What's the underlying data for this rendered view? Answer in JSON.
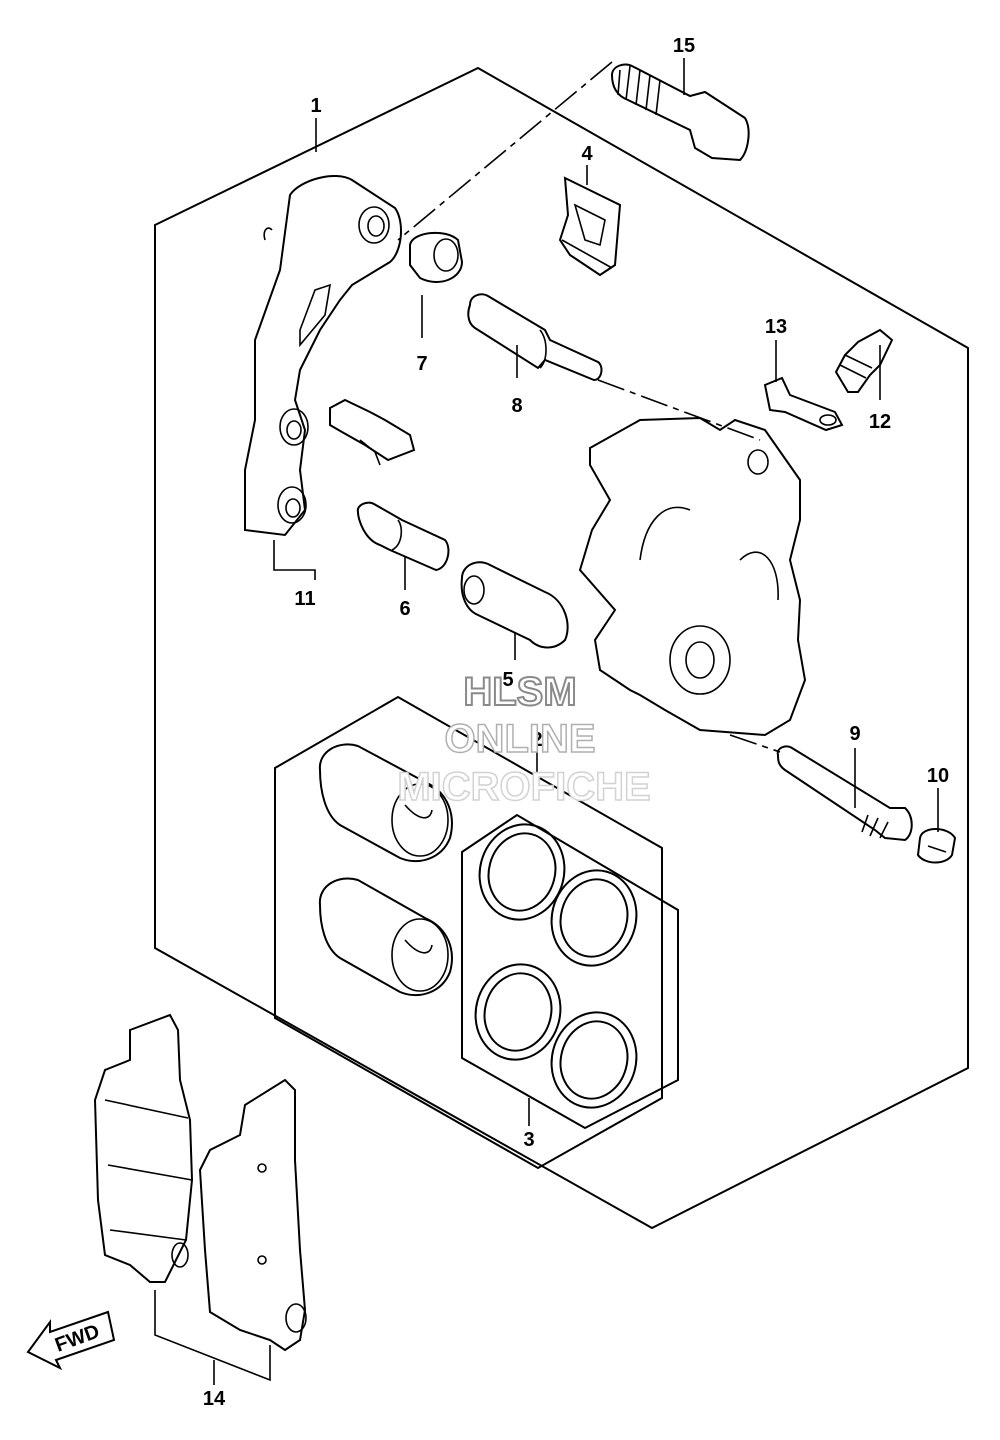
{
  "callouts": {
    "c1": "1",
    "c2": "2",
    "c3": "3",
    "c4": "4",
    "c5": "5",
    "c6": "6",
    "c7": "7",
    "c8": "8",
    "c9": "9",
    "c10": "10",
    "c11": "11",
    "c12": "12",
    "c13": "13",
    "c14": "14",
    "c15": "15"
  },
  "watermark": {
    "line1": "HLSM",
    "line2": "ONLINE",
    "line3": "MICROFICHE"
  },
  "direction_arrow": {
    "label": "FWD"
  }
}
